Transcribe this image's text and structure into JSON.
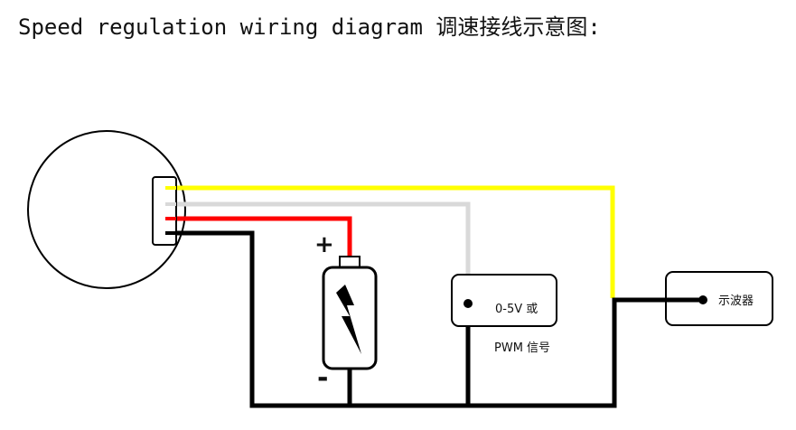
{
  "title": "Speed regulation wiring diagram 调速接线示意图:",
  "battery": {
    "plus_label": "+",
    "minus_label": "-"
  },
  "signal_box": {
    "label": "0-5V 或",
    "caption": "PWM 信号"
  },
  "oscilloscope": {
    "label": "示波器"
  },
  "wire_colors": {
    "yellow": "#ffff00",
    "gray": "#d9d9d9",
    "red": "#ff0000",
    "black": "#000000"
  },
  "icons": {
    "motor": "motor-circle",
    "battery": "battery-icon",
    "bolt": "lightning-bolt-icon"
  }
}
